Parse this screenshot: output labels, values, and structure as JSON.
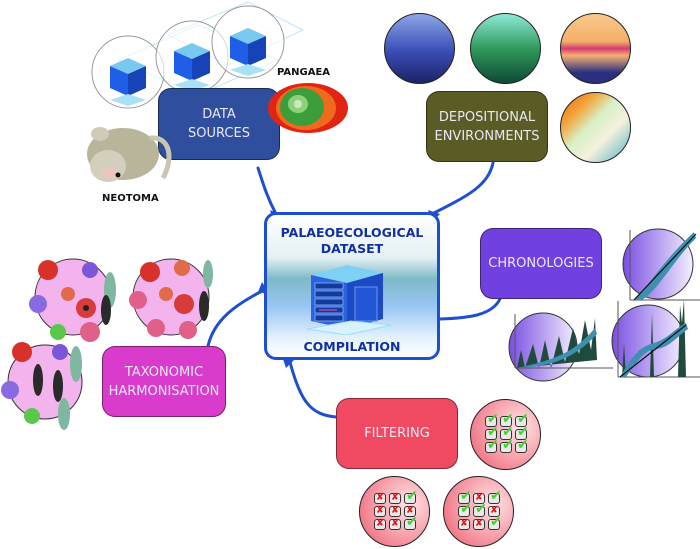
{
  "diagram": {
    "central": {
      "title_line1": "PALAEOECOLOGICAL",
      "title_line2": "DATASET",
      "subtitle": "COMPILATION",
      "icon": "server-rack-icon"
    },
    "nodes": [
      {
        "id": "data-sources",
        "line1": "DATA",
        "line2": "SOURCES",
        "color": "#2f4f9e"
      },
      {
        "id": "depositional-environments",
        "line1": "DEPOSITIONAL",
        "line2": "ENVIRONMENTS",
        "color": "#5b5c25"
      },
      {
        "id": "chronologies",
        "line1": "CHRONOLOGIES",
        "line2": "",
        "color": "#7041e0"
      },
      {
        "id": "taxonomic-harmonisation",
        "line1": "TAXONOMIC",
        "line2": "HARMONISATION",
        "color": "#d93ccc"
      },
      {
        "id": "filtering",
        "line1": "FILTERING",
        "line2": "",
        "color": "#f04a63"
      }
    ],
    "data_source_labels": {
      "pangaea": "PANGAEA",
      "neotoma": "NEOTOMA"
    },
    "connector_color": "#1f4fd1",
    "filtering_grids": [
      [
        "check",
        "check",
        "check",
        "check",
        "check",
        "check",
        "check",
        "check",
        "check"
      ],
      [
        "cross",
        "cross",
        "check",
        "cross",
        "cross",
        "cross",
        "cross",
        "cross",
        "check"
      ],
      [
        "check",
        "cross",
        "check",
        "check",
        "check",
        "cross",
        "cross",
        "cross",
        "check"
      ]
    ],
    "marks": {
      "check": "✔",
      "cross": "✘"
    }
  }
}
